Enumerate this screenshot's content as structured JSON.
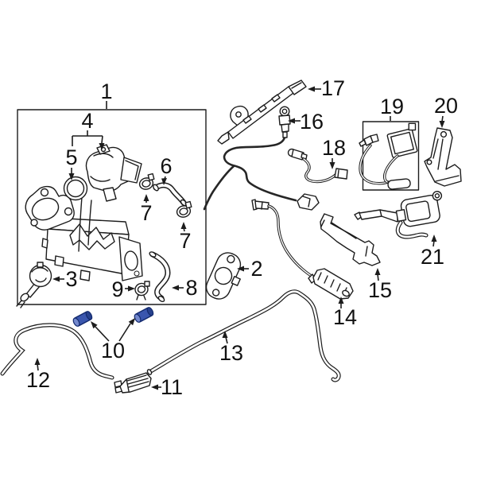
{
  "diagram": {
    "background": "#ffffff",
    "line_color": "#1c1c1c",
    "highlight_color": "#3a56ae",
    "highlight_stroke": "#132a6e",
    "highlighted_callout": "10",
    "callouts": [
      {
        "label": "1"
      },
      {
        "label": "2"
      },
      {
        "label": "3"
      },
      {
        "label": "4"
      },
      {
        "label": "5"
      },
      {
        "label": "6"
      },
      {
        "label": "7"
      },
      {
        "label": "7"
      },
      {
        "label": "8"
      },
      {
        "label": "9"
      },
      {
        "label": "10"
      },
      {
        "label": "11"
      },
      {
        "label": "12"
      },
      {
        "label": "13"
      },
      {
        "label": "14"
      },
      {
        "label": "15"
      },
      {
        "label": "16"
      },
      {
        "label": "17"
      },
      {
        "label": "18"
      },
      {
        "label": "19"
      },
      {
        "label": "20"
      },
      {
        "label": "21"
      }
    ]
  }
}
